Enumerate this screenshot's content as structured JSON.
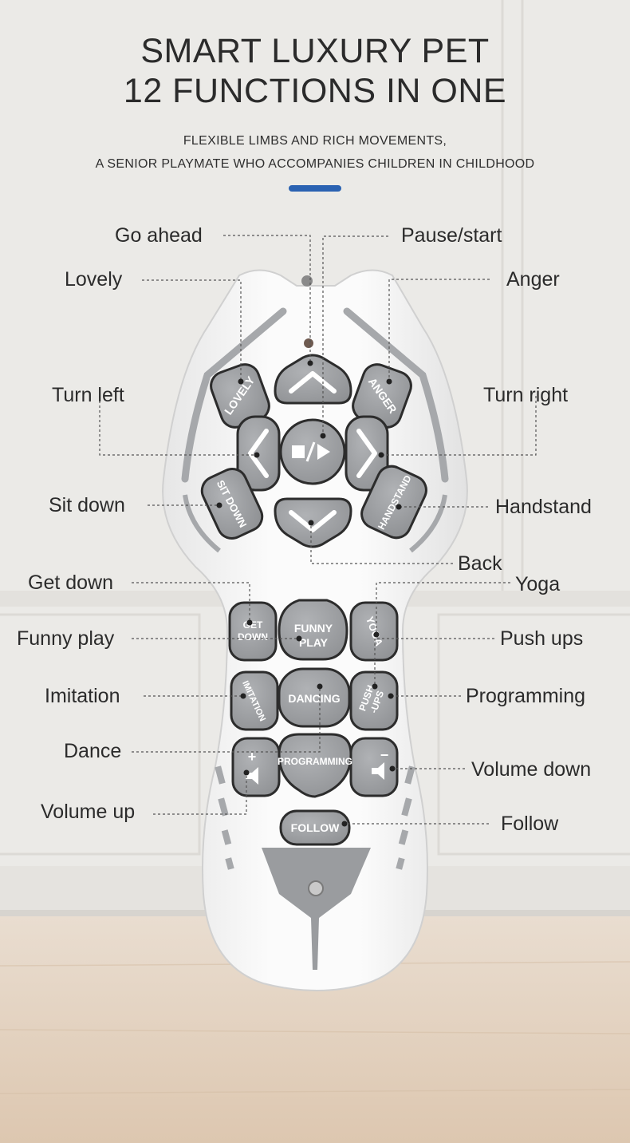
{
  "header": {
    "title_line1": "SMART LUXURY PET",
    "title_line2": "12 FUNCTIONS IN ONE",
    "subtitle_line1": "FLEXIBLE LIMBS AND RICH MOVEMENTS,",
    "subtitle_line2": "A SENIOR PLAYMATE WHO ACCOMPANIES CHILDREN IN CHILDHOOD",
    "accent_color": "#2a62b2"
  },
  "callouts": {
    "go_ahead": "Go ahead",
    "pause_start": "Pause/start",
    "lovely": "Lovely",
    "anger": "Anger",
    "turn_left": "Turn left",
    "turn_right": "Turn right",
    "sit_down": "Sit down",
    "handstand": "Handstand",
    "back": "Back",
    "get_down": "Get down",
    "yoga": "Yoga",
    "funny_play": "Funny play",
    "push_ups": "Push ups",
    "imitation": "Imitation",
    "programming": "Programming",
    "dance": "Dance",
    "volume_down": "Volume down",
    "volume_up": "Volume up",
    "follow": "Follow"
  },
  "buttons": {
    "lovely": "LOVELY",
    "anger": "ANGER",
    "sit_down": "SIT DOWN",
    "handstand": "HANDSTAND",
    "get_down_1": "GET",
    "get_down_2": "DOWN",
    "funny_play_1": "FUNNY",
    "funny_play_2": "PLAY",
    "yoga": "YOGA",
    "imitation": "IMITATION",
    "dancing": "DANCING",
    "push_ups_1": "PUSH",
    "push_ups_2": "-UPS",
    "programming": "PROGRAMMING",
    "volume_up_symbol": "+",
    "volume_down_symbol": "−",
    "follow": "FOLLOW"
  },
  "colors": {
    "button_gray": "#9a9c9f",
    "remote_white": "#f7f7f7",
    "accent_gray": "#a6a8ab"
  }
}
